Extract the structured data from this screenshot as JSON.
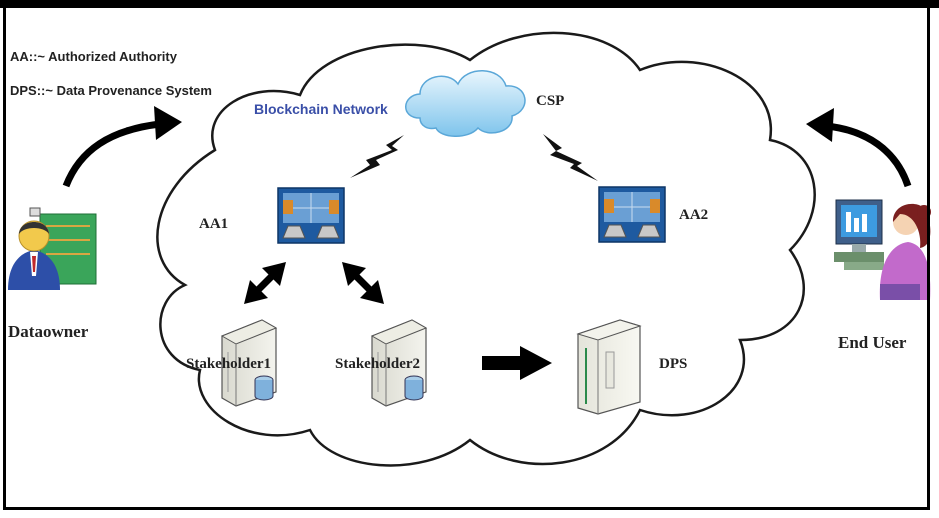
{
  "legend": {
    "aa": "AA::~ Authorized Authority",
    "dps": "DPS::~ Data Provenance System"
  },
  "labels": {
    "network": "Blockchain Network",
    "csp": "CSP",
    "aa1": "AA1",
    "aa2": "AA2",
    "stakeholder1": "Stakeholder1",
    "stakeholder2": "Stakeholder2",
    "dps": "DPS",
    "dataowner": "Dataowner",
    "end_user": "End User"
  },
  "colors": {
    "cloud_stroke": "#1a1a1a",
    "network_text": "#3a4fa8",
    "small_cloud": "#8fcdf0",
    "monitor_frame": "#1e5aa0",
    "arrow": "#000000"
  }
}
